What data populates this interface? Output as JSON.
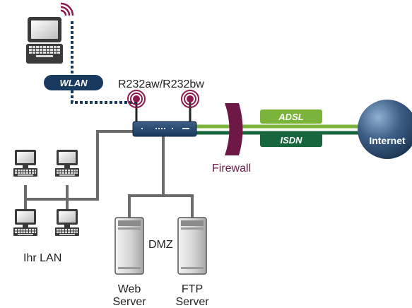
{
  "labels": {
    "device": "R232aw/R232bw",
    "wlan": "WLAN",
    "adsl": "ADSL",
    "isdn": "ISDN",
    "internet": "Internet",
    "firewall": "Firewall",
    "dmz": "DMZ",
    "lan": "Ihr LAN",
    "web_server": [
      "Web",
      "Server"
    ],
    "ftp_server": [
      "FTP",
      "Server"
    ]
  },
  "colors": {
    "navy": "#173a5e",
    "green_light": "#7bb43a",
    "green_dark": "#17663c",
    "firewall": "#6d1846",
    "wifi": "#8a1b4e",
    "line_gray": "#6b6b6b",
    "internet": "#3d5f86"
  }
}
